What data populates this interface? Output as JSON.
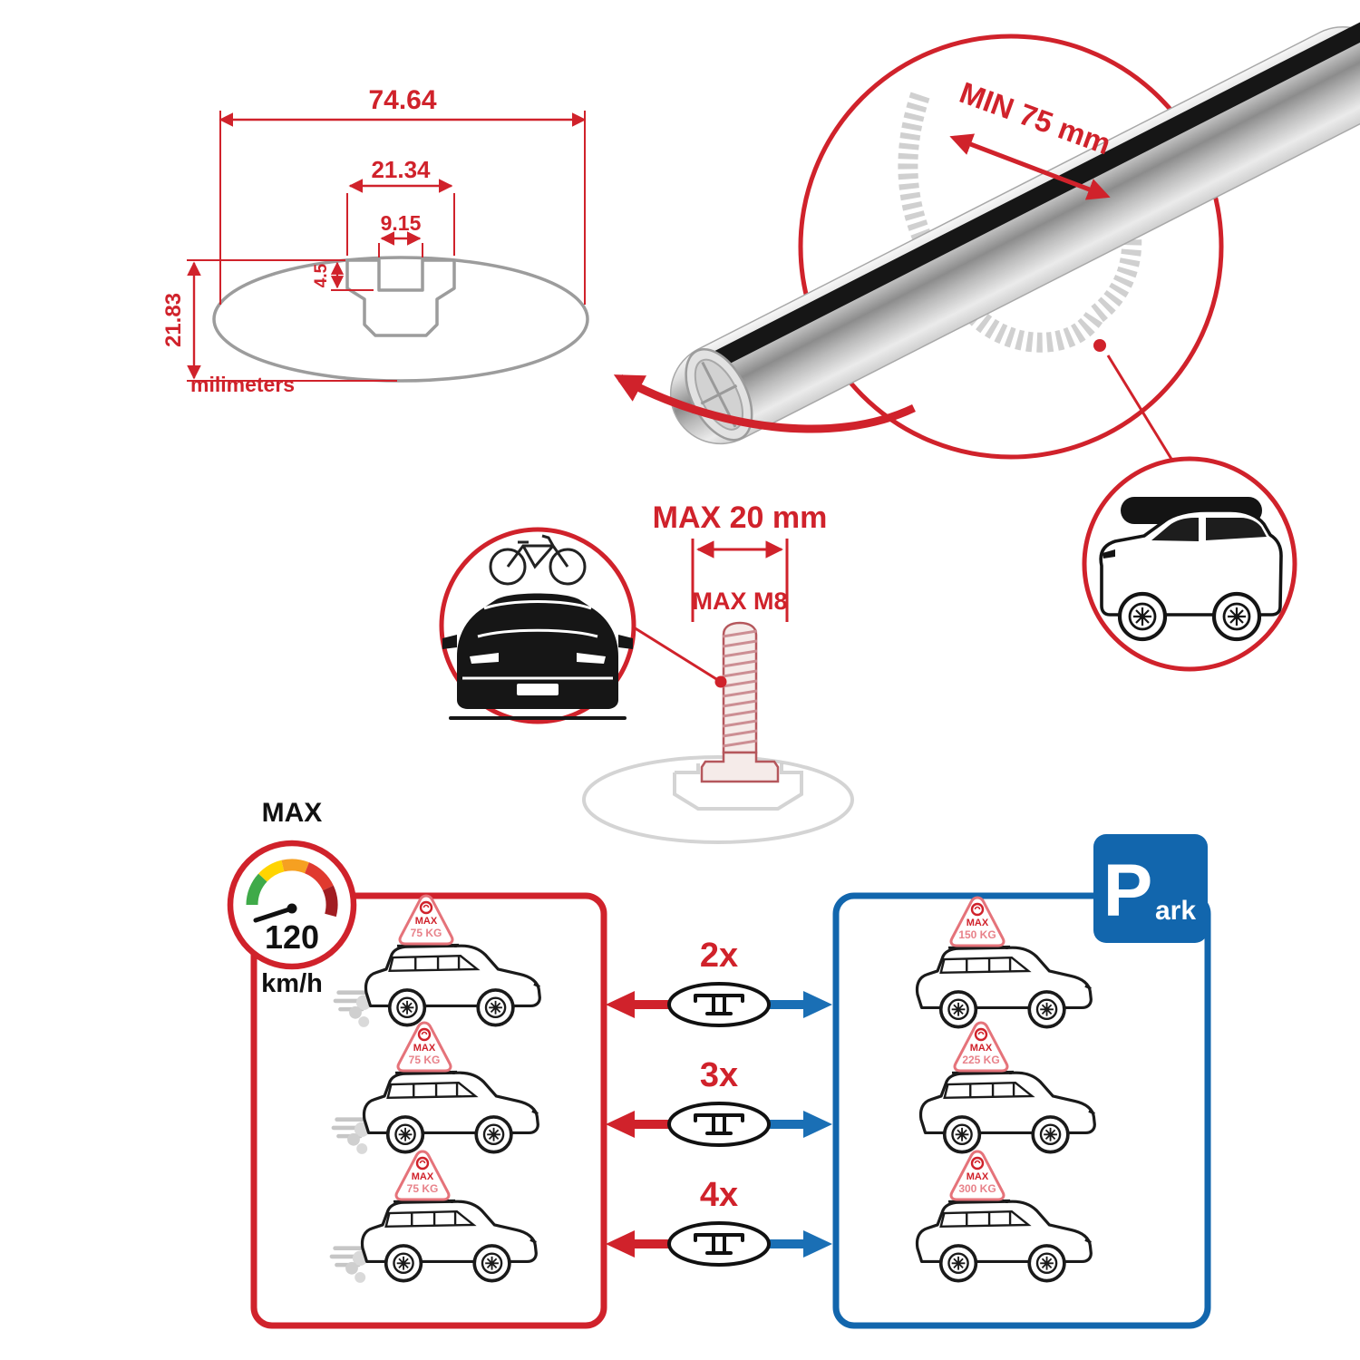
{
  "profile_diagram": {
    "total_width": "74.64",
    "channel_width": "21.34",
    "slot_width": "9.15",
    "slot_depth": "4.5",
    "total_height": "21.83",
    "units_label": "milimeters"
  },
  "bar_detail": {
    "min_span_label": "MIN 75 mm"
  },
  "mount": {
    "max_width_label": "MAX 20 mm",
    "max_thread_label": "MAX M8"
  },
  "speed_limit": {
    "max_label": "MAX",
    "value": "120",
    "unit": "km/h"
  },
  "driving_loads": [
    {
      "max": "MAX",
      "kg": "75 KG"
    },
    {
      "max": "MAX",
      "kg": "75 KG"
    },
    {
      "max": "MAX",
      "kg": "75 KG"
    }
  ],
  "parked_loads": [
    {
      "max": "MAX",
      "kg": "150 KG"
    },
    {
      "max": "MAX",
      "kg": "225 KG"
    },
    {
      "max": "MAX",
      "kg": "300 KG"
    }
  ],
  "multipliers": [
    {
      "label": "2x"
    },
    {
      "label": "3x"
    },
    {
      "label": "4x"
    }
  ],
  "park_sign": {
    "p": "P",
    "ark": "ark"
  },
  "colors": {
    "red": "#d0222b",
    "blue": "#1266ad",
    "pink": "#e8828a",
    "gray": "#c9c9c9"
  }
}
